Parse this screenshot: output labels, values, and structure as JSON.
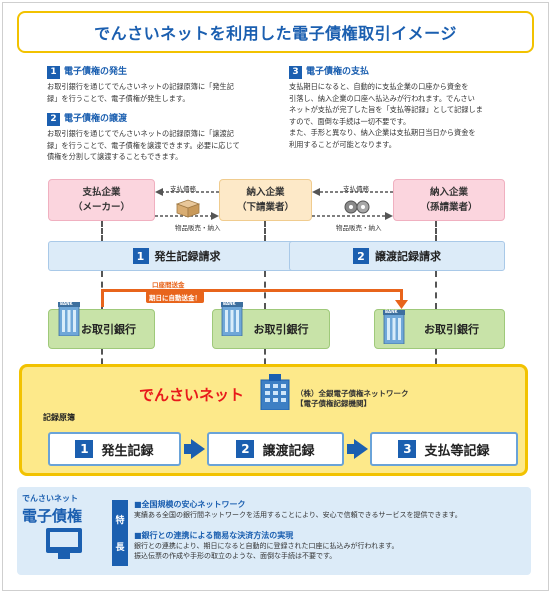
{
  "title": "でんさいネットを利用した電子債権取引イメージ",
  "sections": [
    {
      "num": "1",
      "title": "電子債権の発生",
      "lines": [
        "お取引銀行を通じてでんさいネットの記録原簿に「発生記",
        "録」を行うことで、電子債権が発生します。"
      ]
    },
    {
      "num": "2",
      "title": "電子債権の譲渡",
      "lines": [
        "お取引銀行を通じてでんさいネットの記録原簿に「譲渡記",
        "録」を行うことで、電子債権を譲渡できます。必要に応じて",
        "債権を分割して譲渡することもできます。"
      ]
    },
    {
      "num": "3",
      "title": "電子債権の支払",
      "lines": [
        "支払期日になると、自動的に支払企業の口座から資金を",
        "引落し、納入企業の口座へ払込みが行われます。でんさい",
        "ネットが支払が完了した旨を「支払等記録」として記録しま",
        "すので、面倒な手続は一切不要です。",
        "また、手形と異なり、納入企業は支払期日当日から資金を",
        "利用することが可能となります。"
      ]
    }
  ],
  "companies": [
    {
      "line1": "支払企業",
      "line2": "（メーカー）"
    },
    {
      "line1": "納入企業",
      "line2": "（下請業者）"
    },
    {
      "line1": "納入企業",
      "line2": "（孫請業者）"
    }
  ],
  "arrow_labels": {
    "debt1": "支払債務",
    "goods1": "物品販売・納入",
    "debt2": "支払債務",
    "goods2": "物品販売・納入"
  },
  "requests": [
    {
      "num": "1",
      "label": "発生記録請求"
    },
    {
      "num": "2",
      "label": "譲渡記録請求"
    }
  ],
  "transfer": {
    "label": "口座間送金",
    "badge": "期日に自動送金！"
  },
  "bank_tag": "BANK",
  "banks": [
    {
      "label": "お取引銀行"
    },
    {
      "label": "お取引銀行"
    },
    {
      "label": "お取引銀行"
    }
  ],
  "register": {
    "brand": "でんさいネット",
    "org_line1": "（株）全銀電子債権ネットワーク",
    "org_line2": "【電子債権記録機関】",
    "ledger_label": "記録原簿",
    "steps": [
      {
        "num": "1",
        "label": "発生記録"
      },
      {
        "num": "2",
        "label": "譲渡記録"
      },
      {
        "num": "3",
        "label": "支払等記録"
      }
    ]
  },
  "features": {
    "brand_small": "でんさいネット",
    "brand_big": "電子債権",
    "tag_chars": [
      "特",
      "長"
    ],
    "items": [
      {
        "title": "■全国規模の安心ネットワーク",
        "lines": [
          "実績ある全国の銀行間ネットワークを活用することにより、安心で信頼できるサービスを提供できます。"
        ]
      },
      {
        "title": "■銀行との連携による簡易な決済方法の実現",
        "lines": [
          "銀行との連携により、期日になると自動的に登録された口座に払込みが行われます。",
          "振込伝票の作成や手形の取立のような、面倒な手続は不要です。"
        ]
      }
    ]
  },
  "colors": {
    "accent": "#1b5fb0",
    "brand_red": "#e8191b",
    "yellow": "#f2c200",
    "orange": "#e8641b"
  }
}
